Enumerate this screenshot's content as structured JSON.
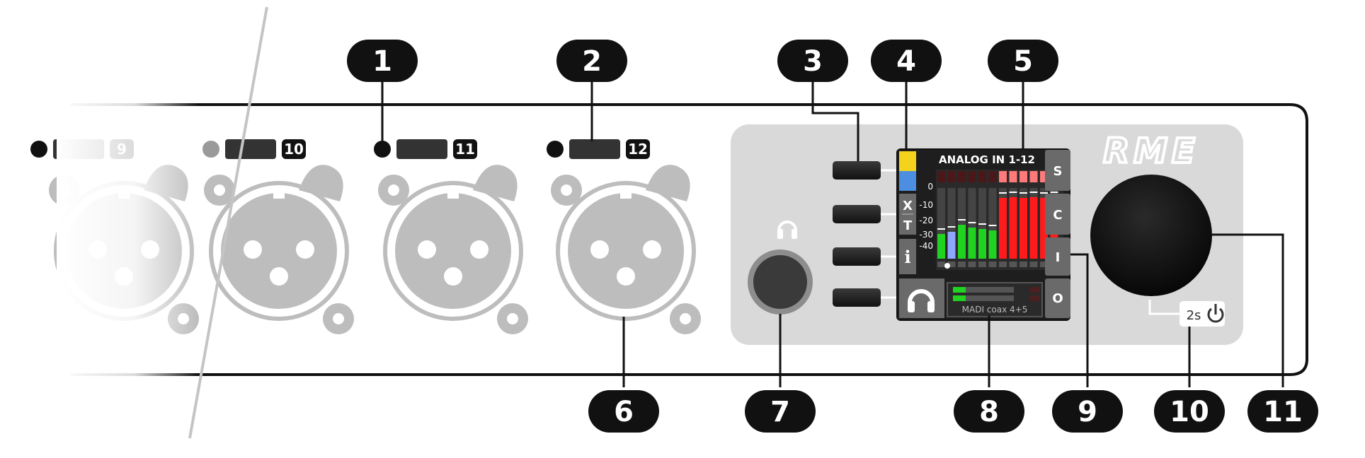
{
  "brand": "RME",
  "inputs": [
    {
      "number": "9"
    },
    {
      "number": "10"
    },
    {
      "number": "11"
    },
    {
      "number": "12"
    }
  ],
  "display": {
    "title": "ANALOG IN 1-12",
    "scale": [
      "0",
      "-10",
      "-20",
      "-30",
      "-40"
    ],
    "side_buttons": [
      "S",
      "C",
      "I",
      "O"
    ],
    "tab_x": "X",
    "tab_t": "T",
    "tab_i": "i",
    "phones_source": "MADI coax 4+5",
    "meter_levels": [
      0.35,
      0.38,
      0.48,
      0.44,
      0.42,
      0.4,
      0.86,
      0.87,
      0.86,
      0.87,
      0.86,
      0.87
    ],
    "meter_colors": [
      "#21d321",
      "#8fa6ff",
      "#21d321",
      "#21d321",
      "#21d321",
      "#21d321",
      "#ff1b1b",
      "#ff1b1b",
      "#ff1b1b",
      "#ff1b1b",
      "#ff1b1b",
      "#ff1b1b"
    ]
  },
  "power_hold": "2s",
  "callouts": [
    "1",
    "2",
    "3",
    "4",
    "5",
    "6",
    "7",
    "8",
    "9",
    "10",
    "11"
  ],
  "colors": {
    "panel": "#d9d9d9",
    "callout": "#111111",
    "xlr": "#bdbdbd",
    "meter_green": "#21d321",
    "meter_red": "#ff1b1b",
    "tab_yellow": "#f5d21c",
    "tab_blue": "#4c8fe0"
  }
}
